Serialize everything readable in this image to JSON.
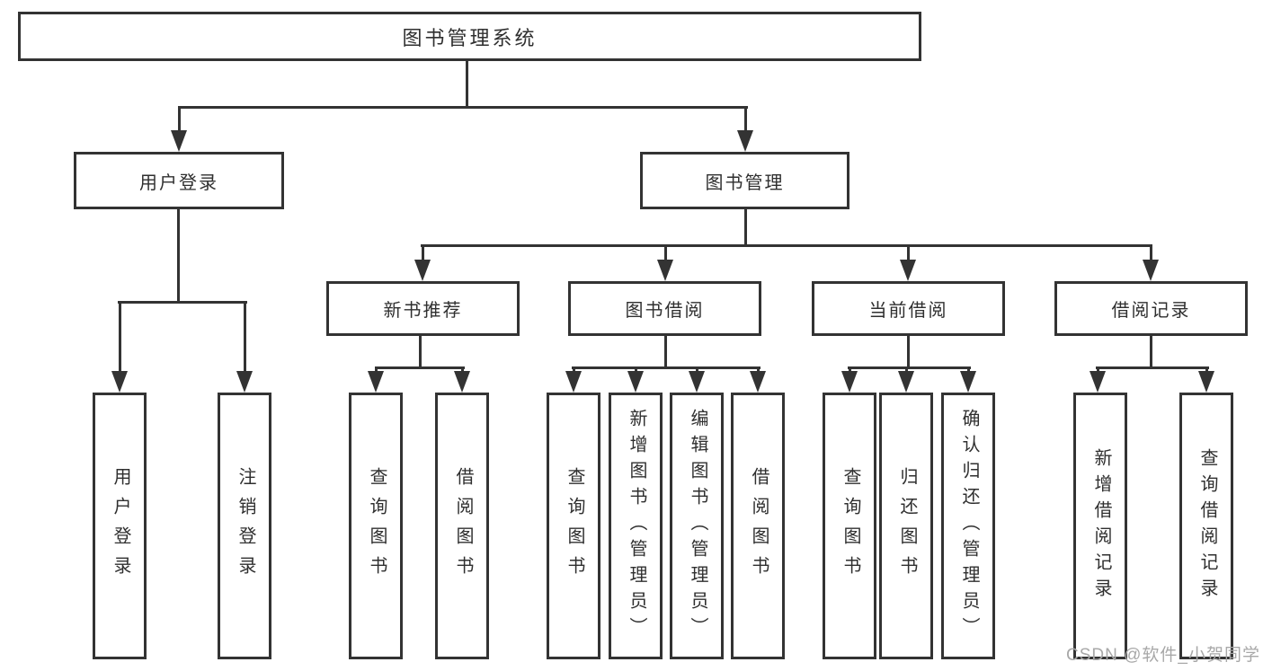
{
  "nodes": {
    "root": "图书管理系统",
    "user_login": "用户登录",
    "book_mgmt": "图书管理",
    "new_book_rec": "新书推荐",
    "book_borrow": "图书借阅",
    "current_borrow": "当前借阅",
    "borrow_record": "借阅记录",
    "leaf_user_login": "用户登录",
    "leaf_logout": "注销登录",
    "leaf_query_book_1": "查询图书",
    "leaf_borrow_book_1": "借阅图书",
    "leaf_query_book_2": "查询图书",
    "leaf_add_book": "新增图书（管理员）",
    "leaf_edit_book": "编辑图书（管理员）",
    "leaf_borrow_book_2": "借阅图书",
    "leaf_query_book_3": "查询图书",
    "leaf_return_book": "归还图书",
    "leaf_confirm_return": "确认归还（管理员）",
    "leaf_add_record": "新增借阅记录",
    "leaf_query_record": "查询借阅记录"
  },
  "watermark": "CSDN @软件_小贺同学",
  "colors": {
    "line": "#333333",
    "text": "#2f2f2f",
    "watermark": "#a8a8a8",
    "background": "#ffffff"
  }
}
